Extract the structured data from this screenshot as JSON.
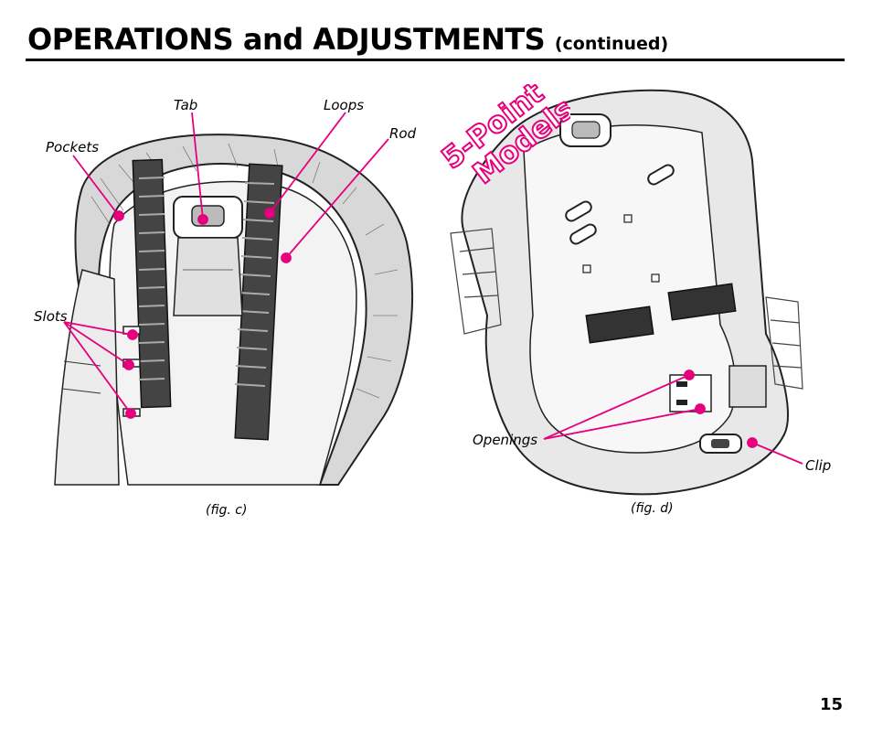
{
  "header": {
    "title": "OPERATIONS and ADJUSTMENTS",
    "subtitle": "(continued)"
  },
  "stamp": {
    "line1": "5-Point",
    "line2": "Models",
    "color": "#e6007e"
  },
  "figure_c": {
    "caption": "(fig. c)",
    "labels": {
      "tab": "Tab",
      "loops": "Loops",
      "pockets": "Pockets",
      "rod": "Rod",
      "slots": "Slots"
    }
  },
  "figure_d": {
    "caption": "(fig. d)",
    "labels": {
      "openings": "Openings",
      "clip": "Clip"
    }
  },
  "callout_color": "#e6007e",
  "page_number": "15"
}
